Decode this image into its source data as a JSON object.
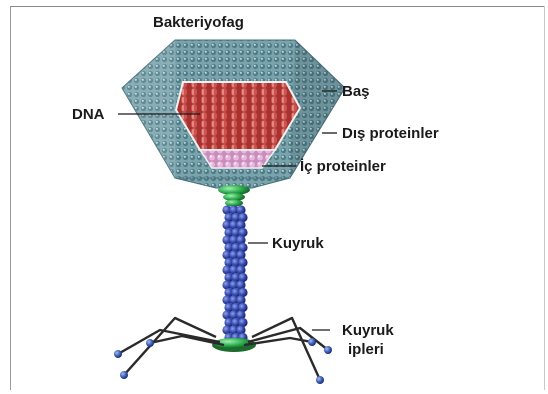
{
  "diagram": {
    "title": "Bakteriyofag",
    "labels": {
      "dna": "DNA",
      "head": "Baş",
      "outer_proteins": "Dış proteinler",
      "inner_proteins": "İç proteinler",
      "tail": "Kuyruk",
      "tail_fibers_line1": "Kuyruk",
      "tail_fibers_line2": "ipleri"
    },
    "colors": {
      "capsid": "#5f8c96",
      "dna": "#b8403e",
      "inner_protein": "#d8a2c8",
      "collar": "#2fae4e",
      "tail": "#3a4fb3",
      "fiber": "#2a2a2a",
      "fiber_tip": "#3c5fb8"
    }
  }
}
